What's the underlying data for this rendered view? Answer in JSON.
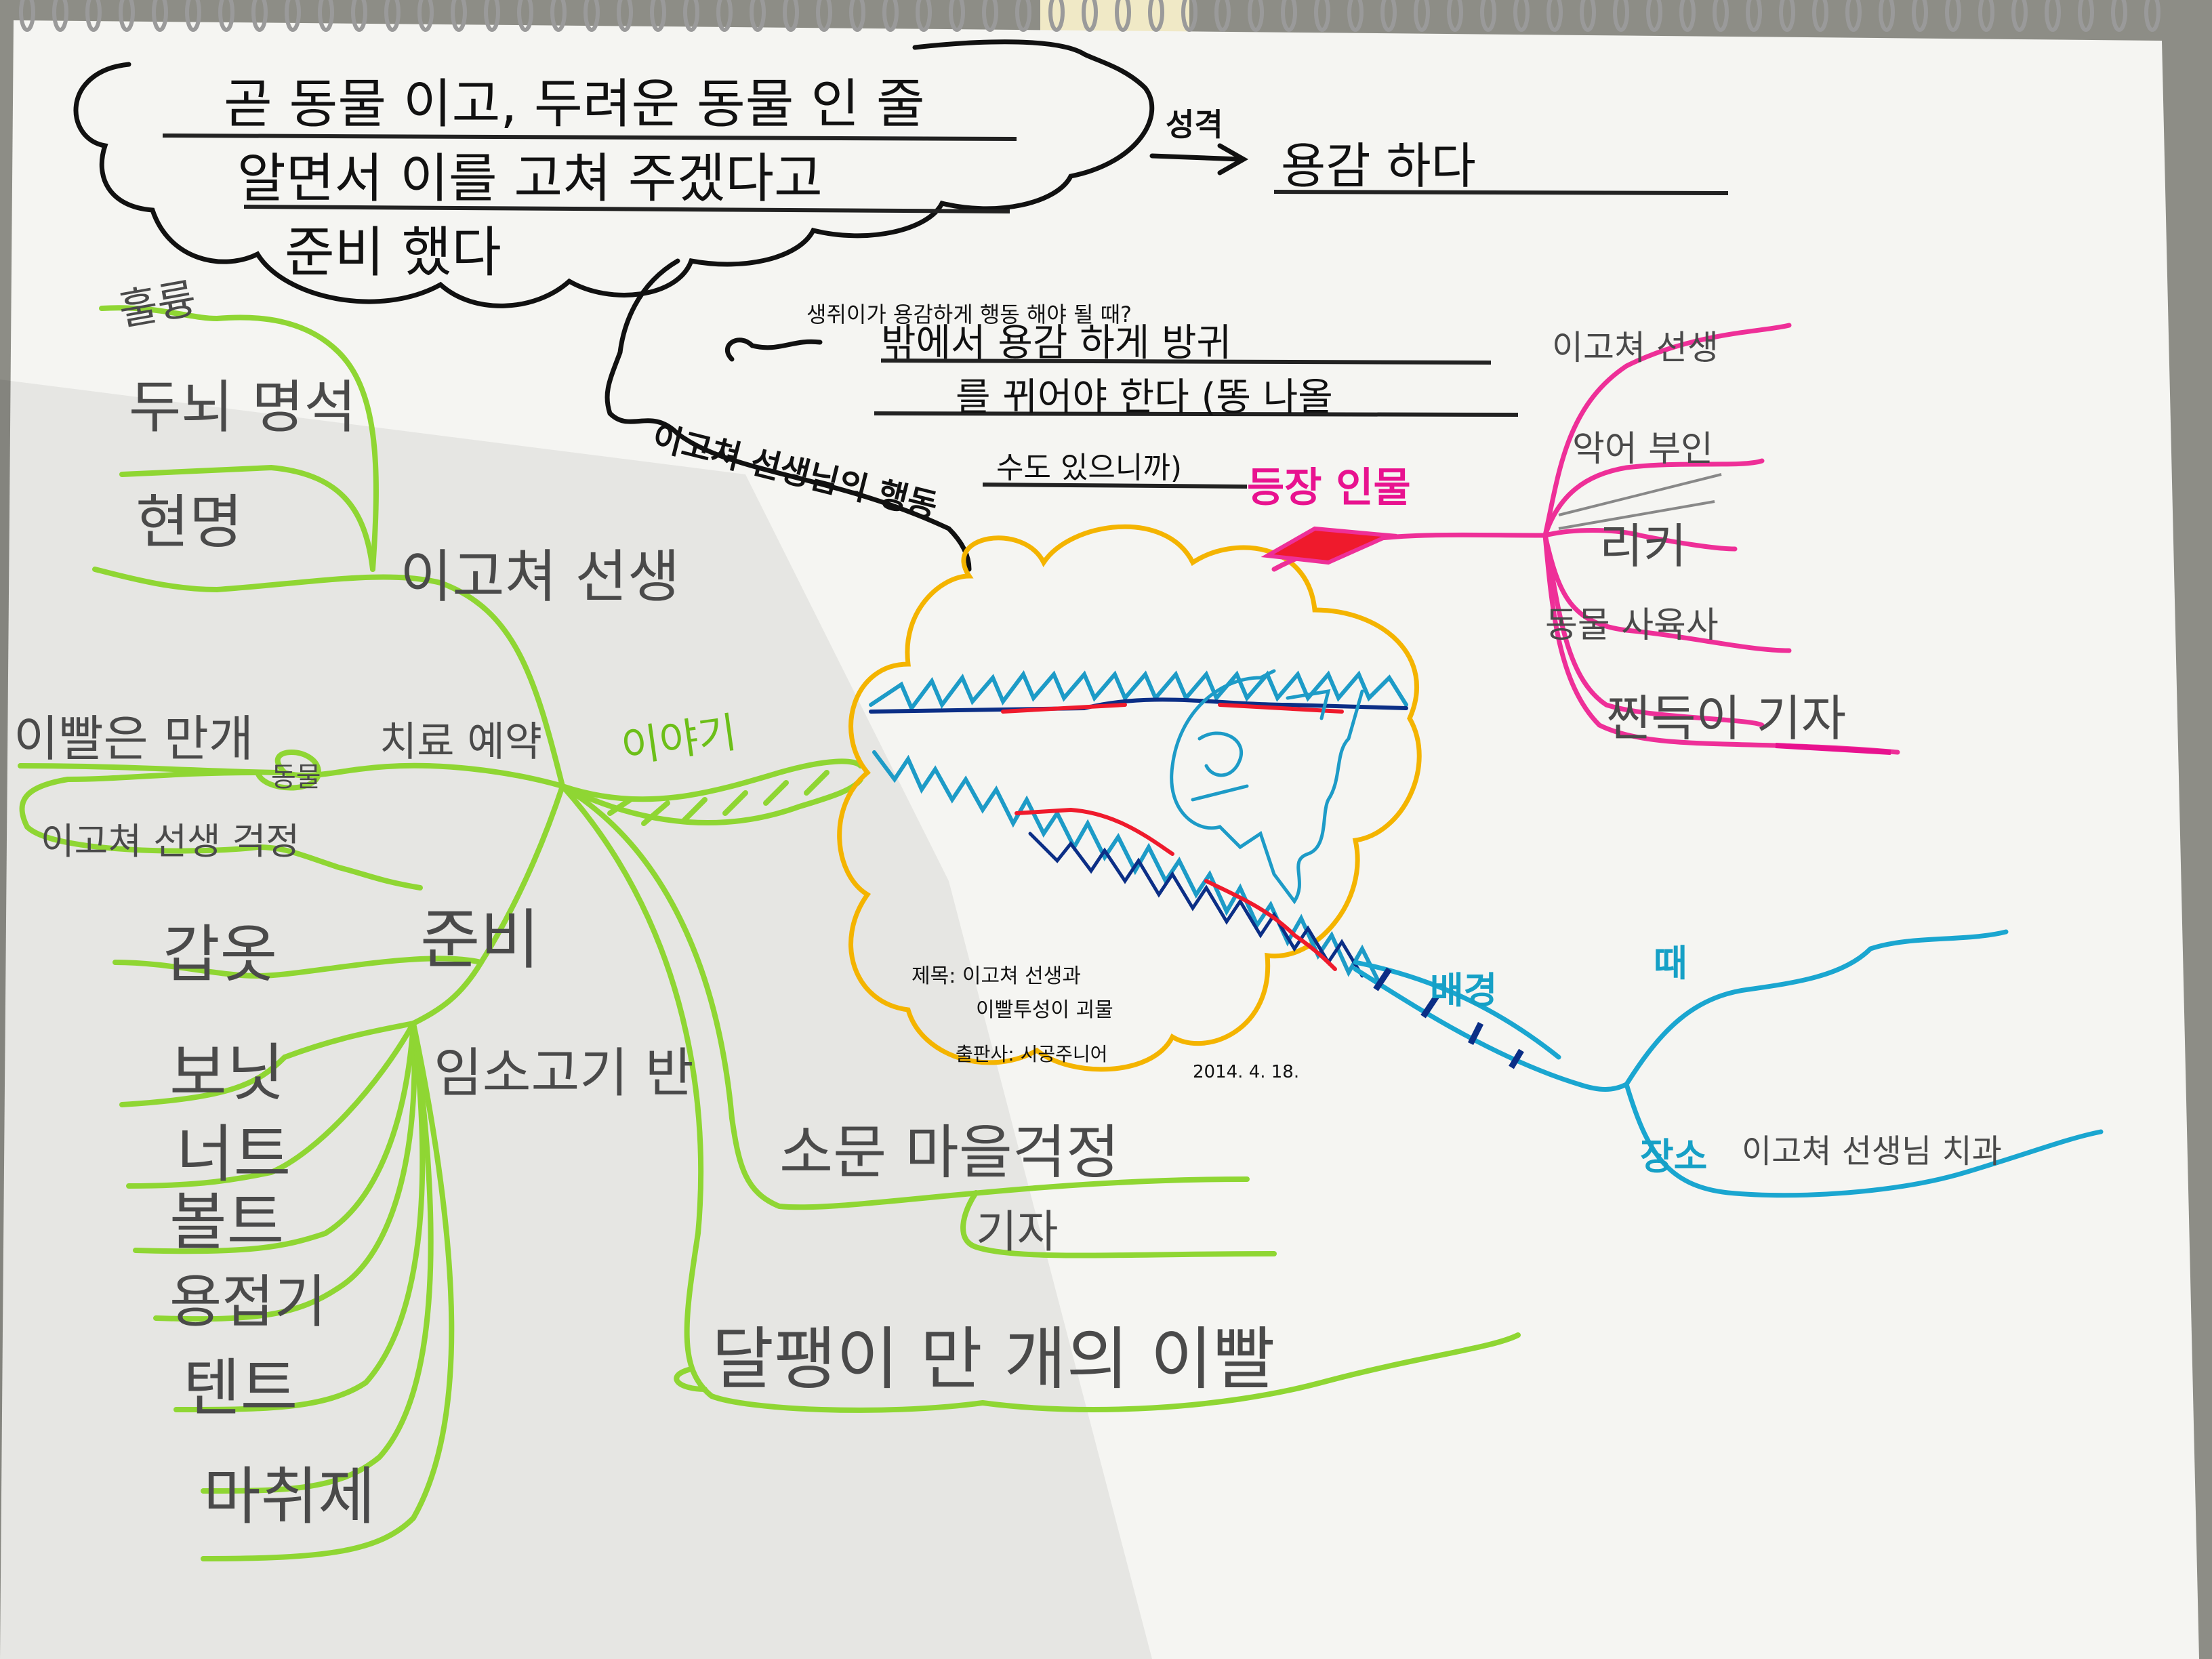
{
  "colors": {
    "paper": "#f4f4f1",
    "black": "#111111",
    "green": "#8fd633",
    "yellow": "#f4b400",
    "pink": "#ee2f98",
    "red": "#ef1a2c",
    "blue": "#1aa6d0",
    "navy": "#0b2e86"
  },
  "title_area": {
    "cloud_lines": [
      "곧 동물 이고, 두려운 동물 인 줄",
      "알면서 이를 고쳐 주겠다고",
      "준비 했다"
    ],
    "branch_label": "이고쳐 선생님의 행동",
    "personality_label": "성격",
    "personality_value": "용감 하다"
  },
  "question": {
    "prompt": "생쥐이가 용감하게 행동 해야 될 때?",
    "answer_lines": [
      "밖에서 용감 하게 방귀",
      "를 뀌어야 한다 (똥 나올",
      "수도 있으니까)"
    ]
  },
  "center": {
    "title_line1": "제목: 이고쳐 선생과",
    "title_line2": "이빨투성이 괴물",
    "publisher": "출판사: 시공주니어",
    "date": "2014. 4. 18."
  },
  "characters": {
    "label": "등장 인물",
    "items": [
      "이고쳐 선생",
      "악어 부인",
      "리키",
      "동물 사육사",
      "찐득이 기자"
    ]
  },
  "setting": {
    "label": "배경",
    "time_label": "때",
    "place_label": "장소",
    "place_value": "이고쳐 선생님 치과"
  },
  "story": {
    "label": "이야기",
    "doctor": {
      "name": "이고쳐 선생",
      "traits": [
        "훌륭",
        "두뇌 명석",
        "현명"
      ]
    },
    "appointment": {
      "label": "치료 예약",
      "animal": "동물",
      "teeth": "이빨은 만개",
      "worry": "이고쳐 선생 걱정"
    },
    "prep": {
      "label": "준비",
      "half_label": "임소고기 반",
      "items": [
        "갑옷",
        "보닛",
        "너트",
        "볼트",
        "용접기",
        "텐트",
        "마취제"
      ]
    },
    "rumor": {
      "label": "소문 마을걱정",
      "reporter": "기자",
      "ending": "달팽이 만 개의 이빨"
    }
  }
}
